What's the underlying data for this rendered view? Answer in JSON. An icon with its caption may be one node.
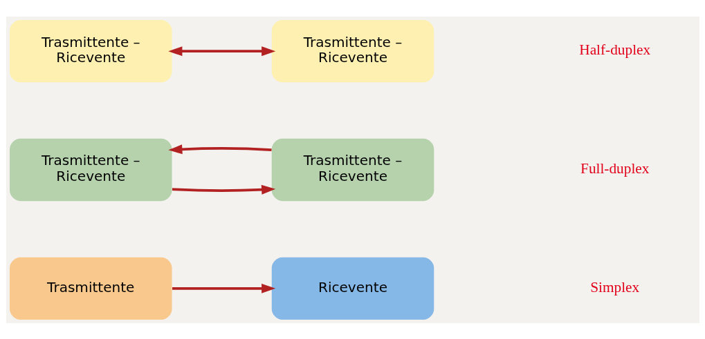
{
  "diagram": {
    "nodes": [
      {
        "text": [
          "Trasmittente – Ricevente"
        ]
      },
      {
        "text": [
          "Trasmittente – Ricevente"
        ]
      },
      {
        "text": [
          "Trasmittente – Ricevente"
        ]
      },
      {
        "text": [
          "Trasmittente – Ricevente"
        ]
      },
      {
        "text": [
          "Trasmittente"
        ]
      },
      {
        "text": [
          "Ricevente"
        ]
      }
    ],
    "edges": [
      {
        "from": 0,
        "to": 1,
        "arrow": "both"
      },
      {
        "from": 2,
        "to": 3,
        "arrow": "to"
      },
      {
        "from": 3,
        "to": 2,
        "arrow": "to"
      },
      {
        "from": 4,
        "to": 5,
        "arrow": "to"
      }
    ],
    "labels": [
      "Half-duplex",
      "Full-duplex",
      "Simplex"
    ]
  }
}
